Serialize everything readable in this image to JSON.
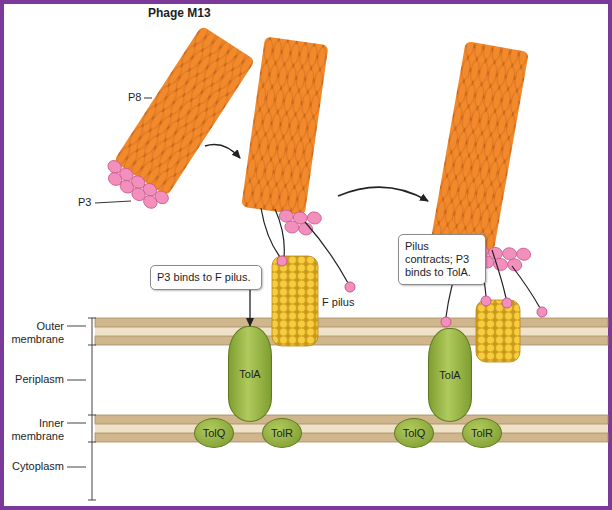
{
  "diagram": {
    "title": "Phage M13",
    "nodes": [
      {
        "text": [
          "P3 binds to F pilus."
        ]
      },
      {
        "text": [
          "Pilus contracts; P3 binds to TolA."
        ]
      },
      {
        "text": [
          "TolA"
        ]
      },
      {
        "text": [
          "TolQ"
        ]
      },
      {
        "text": [
          "TolR"
        ]
      },
      {
        "text": [
          "TolA"
        ]
      },
      {
        "text": [
          "TolQ"
        ]
      },
      {
        "text": [
          "TolR"
        ]
      }
    ],
    "edges": [
      {
        "from": 0,
        "to": 2,
        "arrow": "to"
      }
    ],
    "labels": [
      "P8",
      "P3",
      "F pilus",
      "Outer membrane",
      "Periplasm",
      "Inner membrane",
      "Cytoplasm"
    ]
  }
}
